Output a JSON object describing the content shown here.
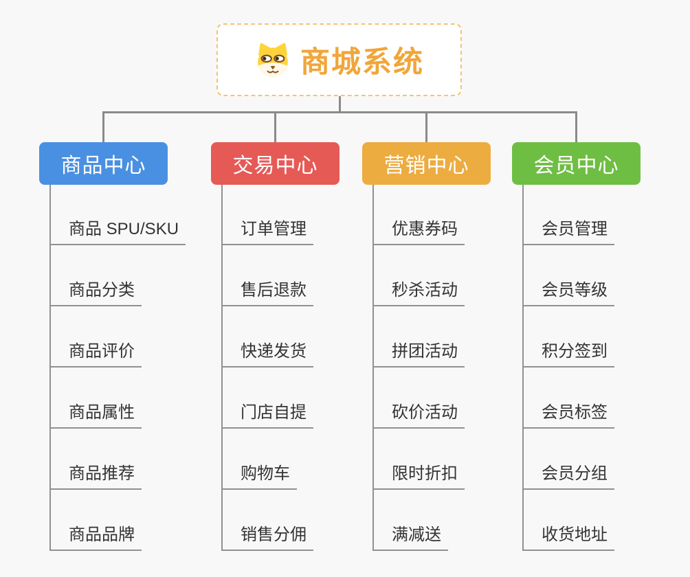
{
  "root": {
    "title": "商城系统",
    "title_color": "#F0A63A",
    "border_color": "#F6C36E",
    "icon": "doge-face-icon"
  },
  "colors": {
    "connector": "#8A8A8A",
    "line": "#909090",
    "item_text": "#333333",
    "canvas_bg": "#F8F8F8"
  },
  "branches": [
    {
      "label": "商品中心",
      "color": "#4A90E2",
      "items": [
        "商品 SPU/SKU",
        "商品分类",
        "商品评价",
        "商品属性",
        "商品推荐",
        "商品品牌"
      ]
    },
    {
      "label": "交易中心",
      "color": "#E65A56",
      "items": [
        "订单管理",
        "售后退款",
        "快递发货",
        "门店自提",
        "购物车",
        "销售分佣"
      ]
    },
    {
      "label": "营销中心",
      "color": "#EDAC40",
      "items": [
        "优惠券码",
        "秒杀活动",
        "拼团活动",
        "砍价活动",
        "限时折扣",
        "满减送"
      ]
    },
    {
      "label": "会员中心",
      "color": "#6FBE44",
      "items": [
        "会员管理",
        "会员等级",
        "积分签到",
        "会员标签",
        "会员分组",
        "收货地址"
      ]
    }
  ]
}
